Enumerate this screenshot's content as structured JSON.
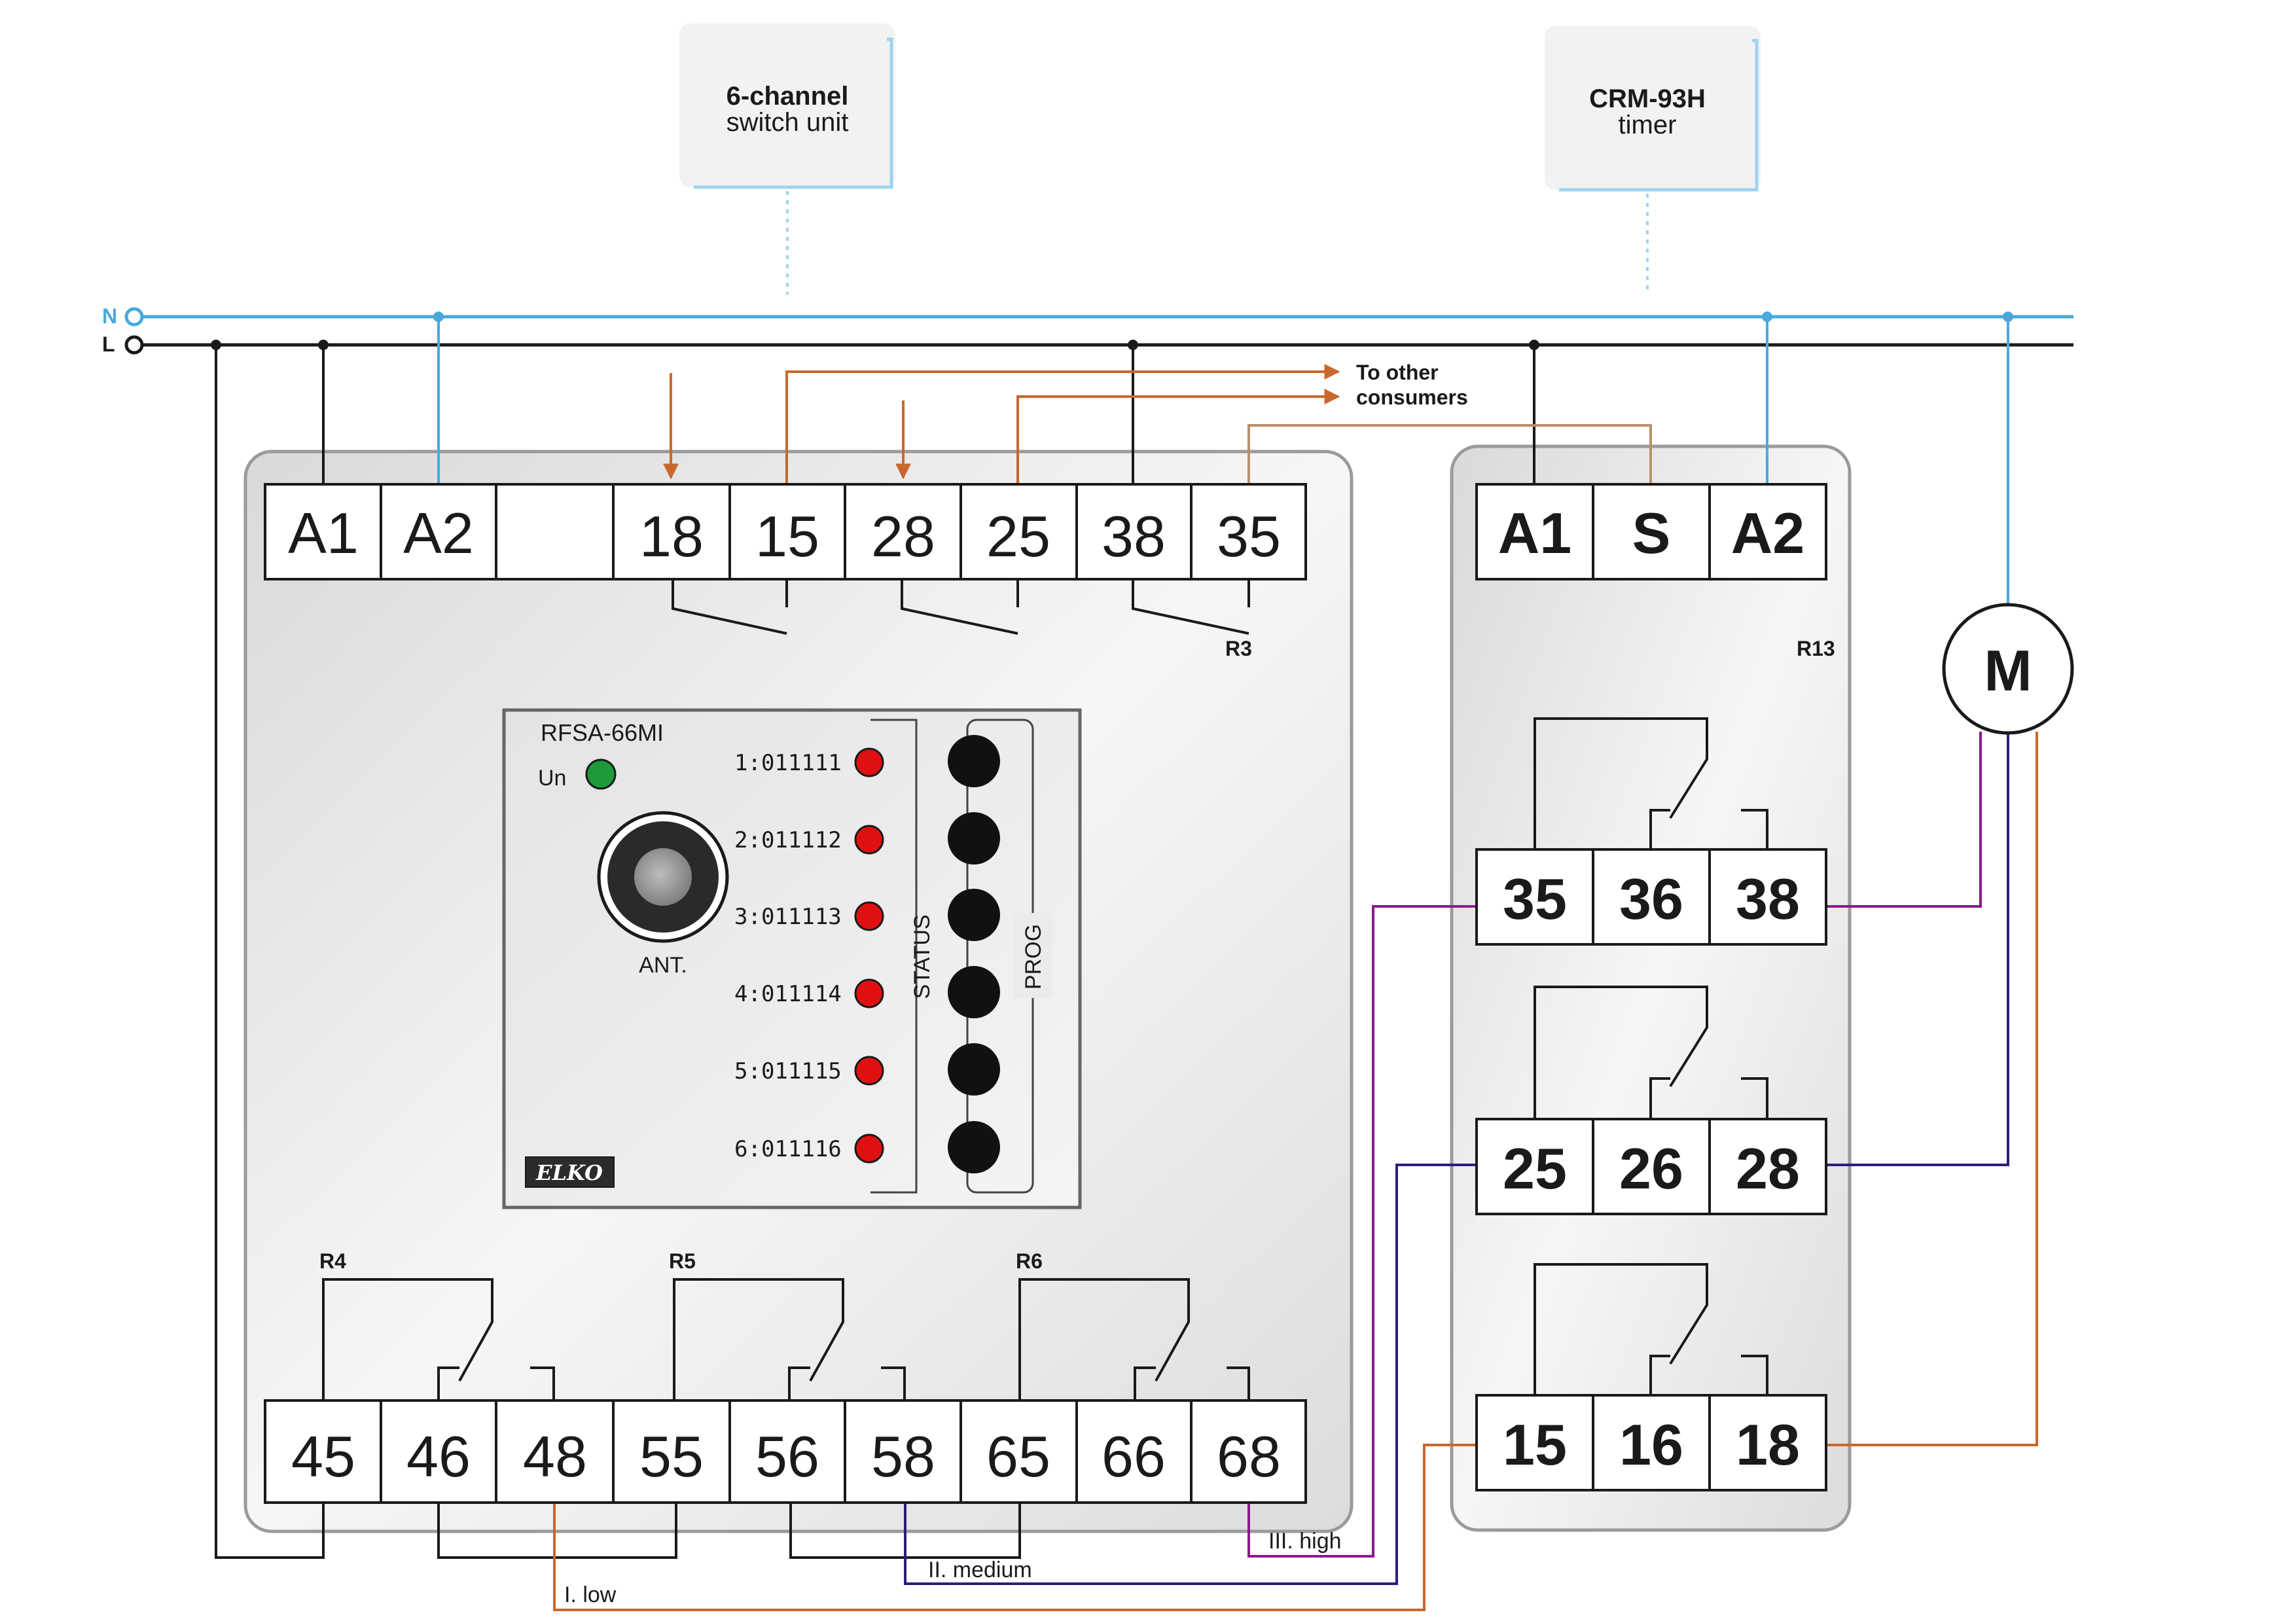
{
  "colors": {
    "neutral": "#4aa8dc",
    "live": "#1a1a1a",
    "orange": "#c8682c",
    "purple_high": "#8b1a8b",
    "navy_medium": "#2a1f7a",
    "tan": "#b8906a",
    "led_green": "#1e9a3a",
    "led_red": "#e01010"
  },
  "callouts": {
    "switch_unit": {
      "title": "6-channel",
      "subtitle": "switch unit"
    },
    "timer": {
      "title": "CRM-93H",
      "subtitle": "timer"
    }
  },
  "bus": {
    "n_label": "N",
    "l_label": "L"
  },
  "consumers": {
    "line1": "To other",
    "line2": "consumers"
  },
  "rfsa": {
    "top_terminals": [
      "A1",
      "A2",
      "",
      "18",
      "15",
      "28",
      "25",
      "38",
      "35"
    ],
    "bottom_terminals": [
      "45",
      "46",
      "48",
      "55",
      "56",
      "58",
      "65",
      "66",
      "68"
    ],
    "relay_labels": {
      "r3": "R3",
      "r4": "R4",
      "r5": "R5",
      "r6": "R6"
    },
    "panel": {
      "model": "RFSA-66MI",
      "un_label": "Un",
      "antenna_label": "ANT.",
      "status_label": "STATUS",
      "prog_label": "PROG",
      "logo": "ELKO",
      "channels": [
        "1:011111",
        "2:011112",
        "3:011113",
        "4:011114",
        "5:011115",
        "6:011116"
      ]
    }
  },
  "crm": {
    "top_terminals": [
      "A1",
      "S",
      "A2"
    ],
    "relay_label": "R13",
    "groups": [
      [
        "35",
        "36",
        "38"
      ],
      [
        "25",
        "26",
        "28"
      ],
      [
        "15",
        "16",
        "18"
      ]
    ]
  },
  "motor": {
    "label": "M"
  },
  "speeds": {
    "low": "I. low",
    "medium": "II. medium",
    "high": "III. high"
  }
}
